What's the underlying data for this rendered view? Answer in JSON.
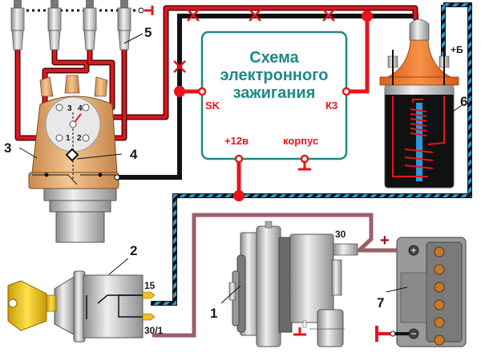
{
  "diagram": {
    "title_lines": [
      "Схема",
      "электронного",
      "зажигания"
    ],
    "module_pins": {
      "sk": "SK",
      "k3": "К3",
      "plus12": "+12в",
      "ground": "корпус"
    },
    "component_numbers": {
      "alternator": "1",
      "ignition_switch": "2",
      "distributor": "3",
      "hall_sensor": "4",
      "spark_plugs": "5",
      "ignition_coil": "6",
      "battery": "7"
    },
    "terminal_labels": {
      "switch_15": "15",
      "switch_30_1": "30/1",
      "alternator_30": "30",
      "coil_plus_b": "+Б",
      "battery_plus": "+"
    },
    "distributor_contacts": [
      "1",
      "2",
      "3",
      "4"
    ],
    "colors": {
      "high_voltage_wire": "#c8141c",
      "signal_wire": "#e8141c",
      "ground_wire": "#111111",
      "power_wire_stripe": "#2b9ad6",
      "battery_wire": "#9a6068",
      "module_border": "#1d8a86",
      "distributor_body": "#d9a066",
      "coil_cap": "#f07a2a"
    }
  }
}
